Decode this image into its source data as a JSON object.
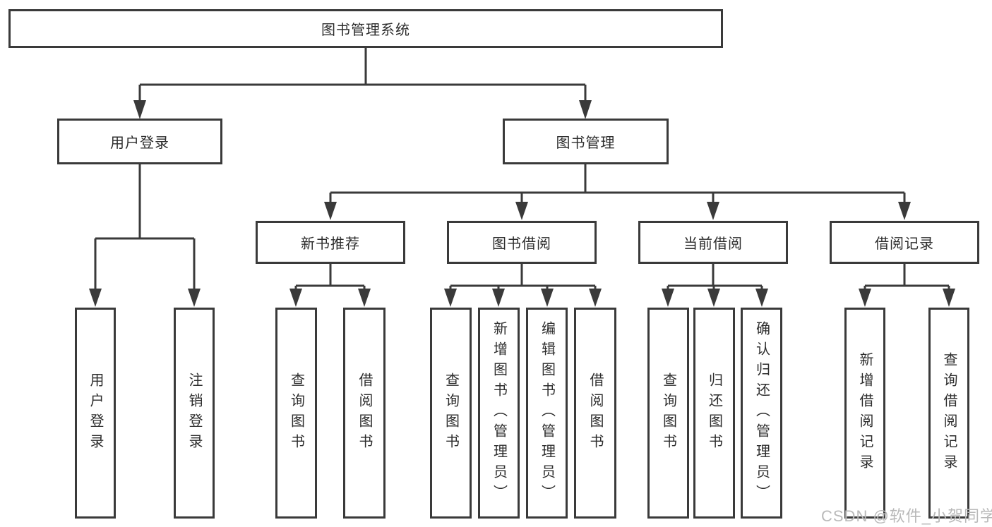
{
  "colors": {
    "line": "#3a3a3a",
    "box_fill": "#ffffff",
    "text": "#2d2d2d",
    "watermark_text": "#b9b9b9"
  },
  "watermark": "CSDN @软件_小贺同学",
  "tree": {
    "label": "图书管理系统",
    "children": [
      {
        "label": "用户登录",
        "children": [
          {
            "label": "用户登录"
          },
          {
            "label": "注销登录"
          }
        ]
      },
      {
        "label": "图书管理",
        "children": [
          {
            "label": "新书推荐",
            "children": [
              {
                "label": "查询图书"
              },
              {
                "label": "借阅图书"
              }
            ]
          },
          {
            "label": "图书借阅",
            "children": [
              {
                "label": "查询图书"
              },
              {
                "label": "新增图书（管理员）"
              },
              {
                "label": "编辑图书（管理员）"
              },
              {
                "label": "借阅图书"
              }
            ]
          },
          {
            "label": "当前借阅",
            "children": [
              {
                "label": "查询图书"
              },
              {
                "label": "归还图书"
              },
              {
                "label": "确认归还（管理员）"
              }
            ]
          },
          {
            "label": "借阅记录",
            "children": [
              {
                "label": "新增借阅记录"
              },
              {
                "label": "查询借阅记录"
              }
            ]
          }
        ]
      }
    ]
  }
}
